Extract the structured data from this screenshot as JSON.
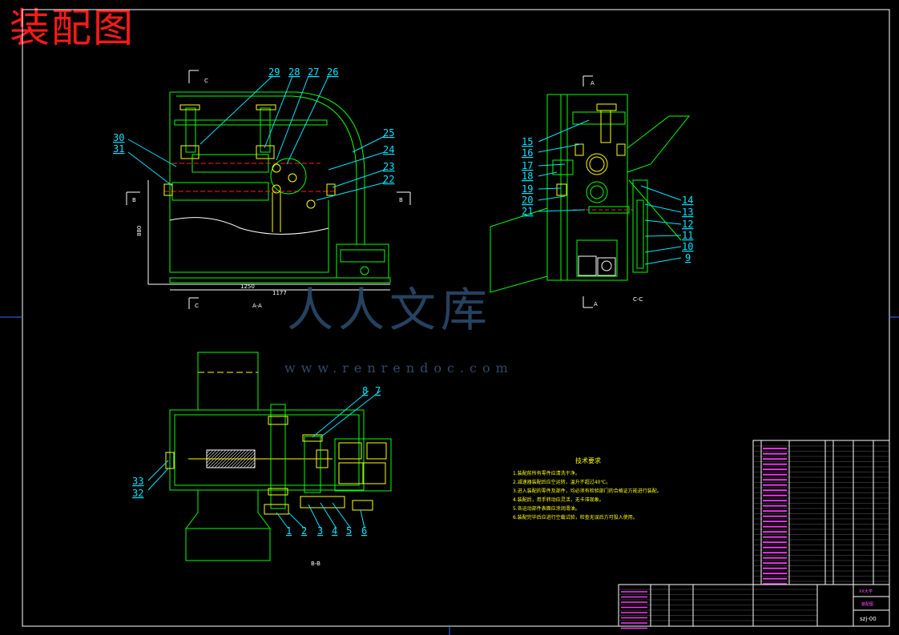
{
  "title": "装配图",
  "watermark": {
    "brand": "人人文库",
    "url": "www.renrendoc.com"
  },
  "views": {
    "aa": "A-A",
    "cc": "C-C",
    "bb": "B-B",
    "section_letters": [
      "A",
      "B",
      "C"
    ]
  },
  "part_labels_top_left": [
    "29",
    "28",
    "27",
    "26",
    "30",
    "31",
    "25",
    "24",
    "23",
    "22"
  ],
  "part_labels_top_right": [
    "15",
    "16",
    "17",
    "18",
    "19",
    "20",
    "21",
    "14",
    "13",
    "12",
    "11",
    "10",
    "9"
  ],
  "part_labels_bottom": [
    "8",
    "7",
    "33",
    "32",
    "1",
    "2",
    "3",
    "4",
    "5",
    "6"
  ],
  "dimensions": [
    "1250",
    "1177",
    "880"
  ],
  "technical_requirements": {
    "heading": "技术要求",
    "lines": [
      "1.装配前所有零件应清洗干净。",
      "2.减速器装配后应空运转，温升不超过40℃。",
      "3.进入装配的零件及部件，均必须有检验部门的合格证方能进行装配。",
      "4.装配后，用手转动应灵活，无卡滞现象。",
      "5.各运动部件表面应涂润滑油。",
      "6.装配完毕后应进行空载试验，检查无误后方可投入使用。"
    ]
  },
  "title_block": {
    "drawing_no": "szj-00",
    "name": "装配图",
    "school": "XX大学"
  },
  "colors": {
    "background": "#000000",
    "title": "#ff1a1a",
    "outline": "#00ff00",
    "labels": "#00e5ff",
    "table": "#ff33ff",
    "frame": "#ffffff"
  }
}
